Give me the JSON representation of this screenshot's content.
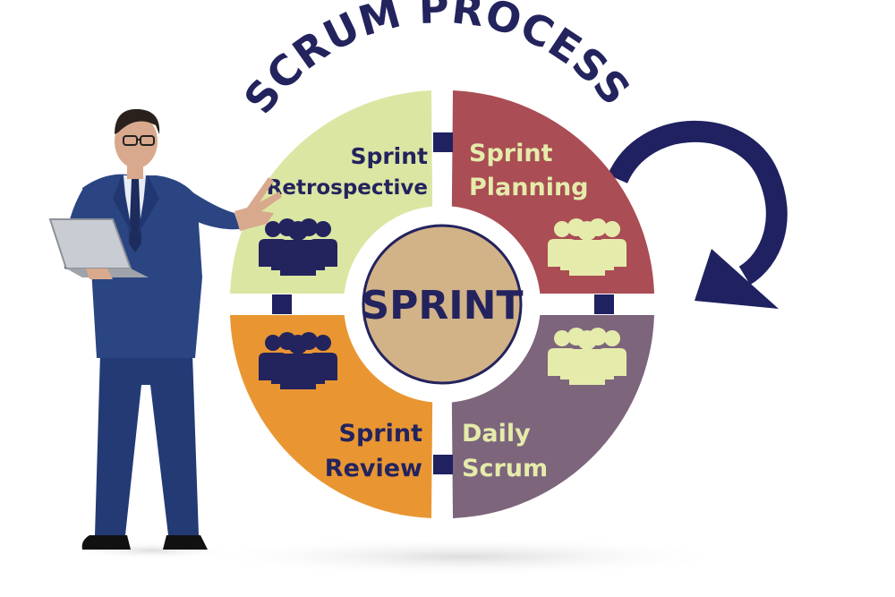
{
  "title": "SCRUM PROCESS",
  "center": {
    "label": "SPRINT",
    "fill": "#d2b287",
    "stroke": "#23235e"
  },
  "quadrants": [
    {
      "key": "retrospective",
      "line1": "Sprint",
      "line2": "Retrospective",
      "fill": "#dbe6a3",
      "text_color": "#23235e",
      "icon_color": "#23235e"
    },
    {
      "key": "planning",
      "line1": "Sprint",
      "line2": "Planning",
      "fill": "#aa4d54",
      "text_color": "#e5ecab",
      "icon_color": "#e5ecab"
    },
    {
      "key": "review",
      "line1": "Sprint",
      "line2": "Review",
      "fill": "#e99632",
      "text_color": "#23235e",
      "icon_color": "#23235e"
    },
    {
      "key": "daily",
      "line1": "Daily",
      "line2": "Scrum",
      "fill": "#7d657c",
      "text_color": "#e5ecab",
      "icon_color": "#e5ecab"
    }
  ],
  "colors": {
    "navy": "#1f2160",
    "connector": "#1f2160",
    "suit": "#243c78",
    "skin": "#d9a98d"
  },
  "icons": {
    "team": "team-of-people-icon",
    "cycle": "circular-arrow-icon",
    "laptop": "laptop"
  }
}
